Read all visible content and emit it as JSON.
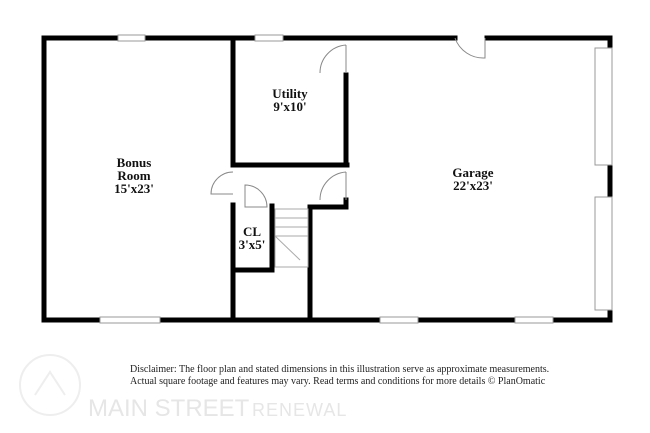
{
  "rooms": [
    {
      "name": "Bonus",
      "name2": "Room",
      "dims": "15'x23'"
    },
    {
      "name": "Utility",
      "dims": "9'x10'"
    },
    {
      "name": "CL",
      "dims": "3'x5'"
    },
    {
      "name": "Garage",
      "dims": "22'x23'"
    }
  ],
  "disclaimer": {
    "line1": "Disclaimer: The floor plan and stated dimensions in this illustration serve as approximate measurements.",
    "line2": "Actual square footage and features may vary. Read terms and conditions for more details © PlanOmatic"
  },
  "watermark": {
    "line1": "MAIN STREET",
    "line2": "RENEWAL"
  },
  "colors": {
    "wall": "#000000",
    "background": "#ffffff"
  }
}
